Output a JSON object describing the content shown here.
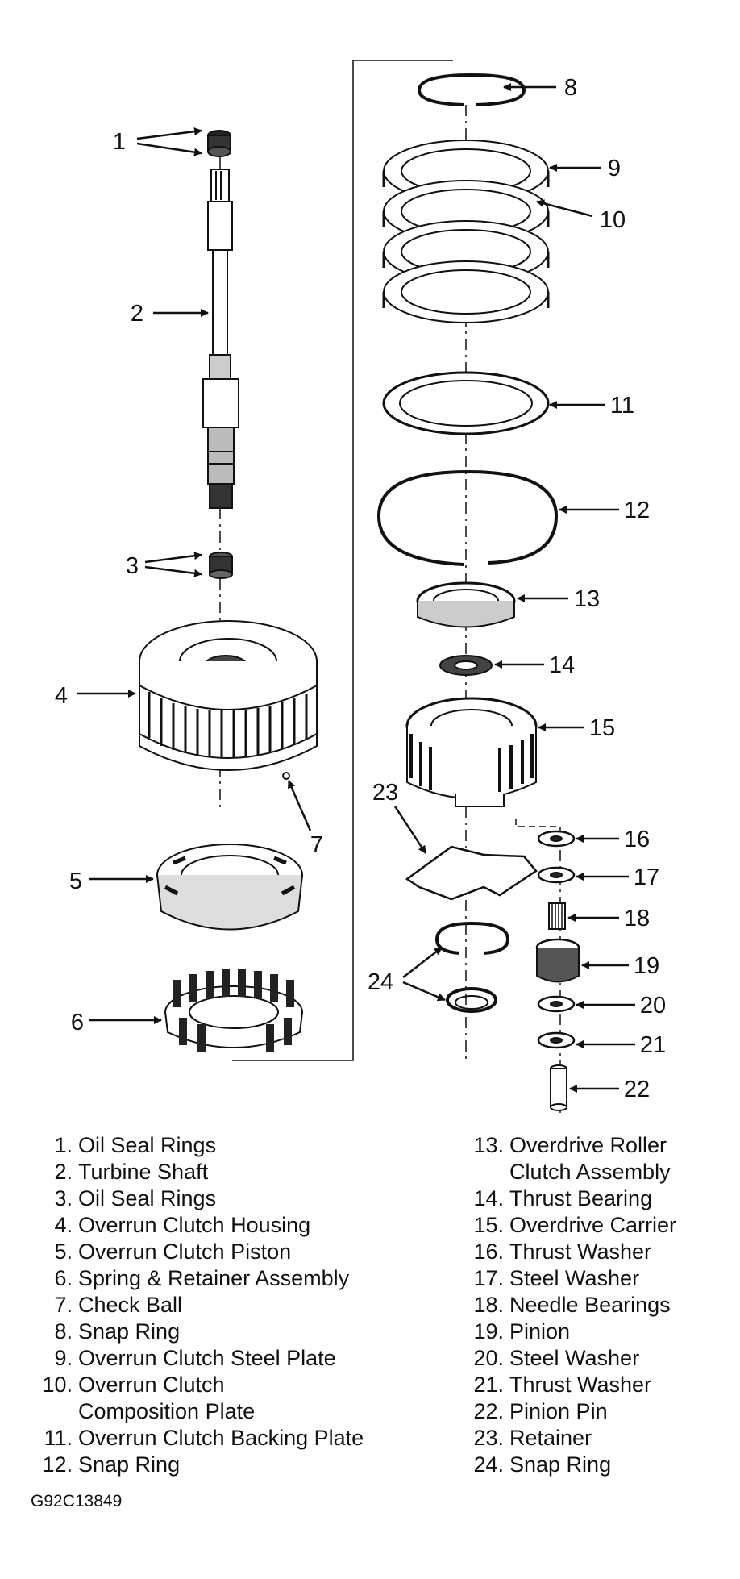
{
  "callouts": [
    "1",
    "2",
    "3",
    "4",
    "5",
    "6",
    "7",
    "8",
    "9",
    "10",
    "11",
    "12",
    "13",
    "14",
    "15",
    "16",
    "17",
    "18",
    "19",
    "20",
    "21",
    "22",
    "23",
    "24"
  ],
  "legend_left": [
    {
      "num": "1.",
      "text": "Oil Seal Rings"
    },
    {
      "num": "2.",
      "text": "Turbine Shaft"
    },
    {
      "num": "3.",
      "text": "Oil Seal Rings"
    },
    {
      "num": "4.",
      "text": "Overrun Clutch Housing"
    },
    {
      "num": "5.",
      "text": "Overrun Clutch Piston"
    },
    {
      "num": "6.",
      "text": "Spring & Retainer Assembly"
    },
    {
      "num": "7.",
      "text": "Check Ball"
    },
    {
      "num": "8.",
      "text": "Snap Ring"
    },
    {
      "num": "9.",
      "text": "Overrun Clutch Steel Plate"
    },
    {
      "num": "10.",
      "text": "Overrun Clutch\nComposition Plate"
    },
    {
      "num": "11.",
      "text": "Overrun Clutch Backing Plate"
    },
    {
      "num": "12.",
      "text": "Snap Ring"
    }
  ],
  "legend_right": [
    {
      "num": "13.",
      "text": "Overdrive Roller\nClutch Assembly"
    },
    {
      "num": "14.",
      "text": "Thrust Bearing"
    },
    {
      "num": "15.",
      "text": "Overdrive Carrier"
    },
    {
      "num": "16.",
      "text": "Thrust Washer"
    },
    {
      "num": "17.",
      "text": "Steel Washer"
    },
    {
      "num": "18.",
      "text": "Needle Bearings"
    },
    {
      "num": "19.",
      "text": "Pinion"
    },
    {
      "num": "20.",
      "text": "Steel Washer"
    },
    {
      "num": "21.",
      "text": "Thrust Washer"
    },
    {
      "num": "22.",
      "text": "Pinion Pin"
    },
    {
      "num": "23.",
      "text": "Retainer"
    },
    {
      "num": "24.",
      "text": "Snap Ring"
    }
  ],
  "figure_code": "G92C13849"
}
